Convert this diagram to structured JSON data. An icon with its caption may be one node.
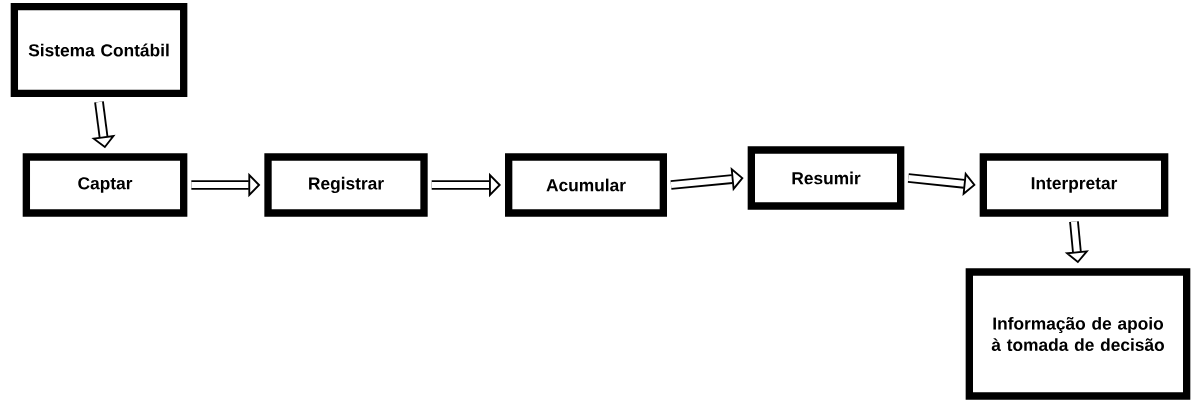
{
  "diagram": {
    "nodes": [
      {
        "text": [
          "Sistema Contábil"
        ]
      },
      {
        "text": [
          "Captar"
        ]
      },
      {
        "text": [
          "Registrar"
        ]
      },
      {
        "text": [
          "Acumular"
        ]
      },
      {
        "text": [
          "Resumir"
        ]
      },
      {
        "text": [
          "Interpretar"
        ]
      },
      {
        "text": [
          "Informação de apoio à tomada de decisão"
        ]
      }
    ],
    "edges": [
      {
        "from": 0,
        "to": 1,
        "arrow": "to"
      },
      {
        "from": 1,
        "to": 2,
        "arrow": "to"
      },
      {
        "from": 2,
        "to": 3,
        "arrow": "to"
      },
      {
        "from": 3,
        "to": 4,
        "arrow": "to"
      },
      {
        "from": 4,
        "to": 5,
        "arrow": "to"
      },
      {
        "from": 5,
        "to": 6,
        "arrow": "to"
      }
    ]
  }
}
